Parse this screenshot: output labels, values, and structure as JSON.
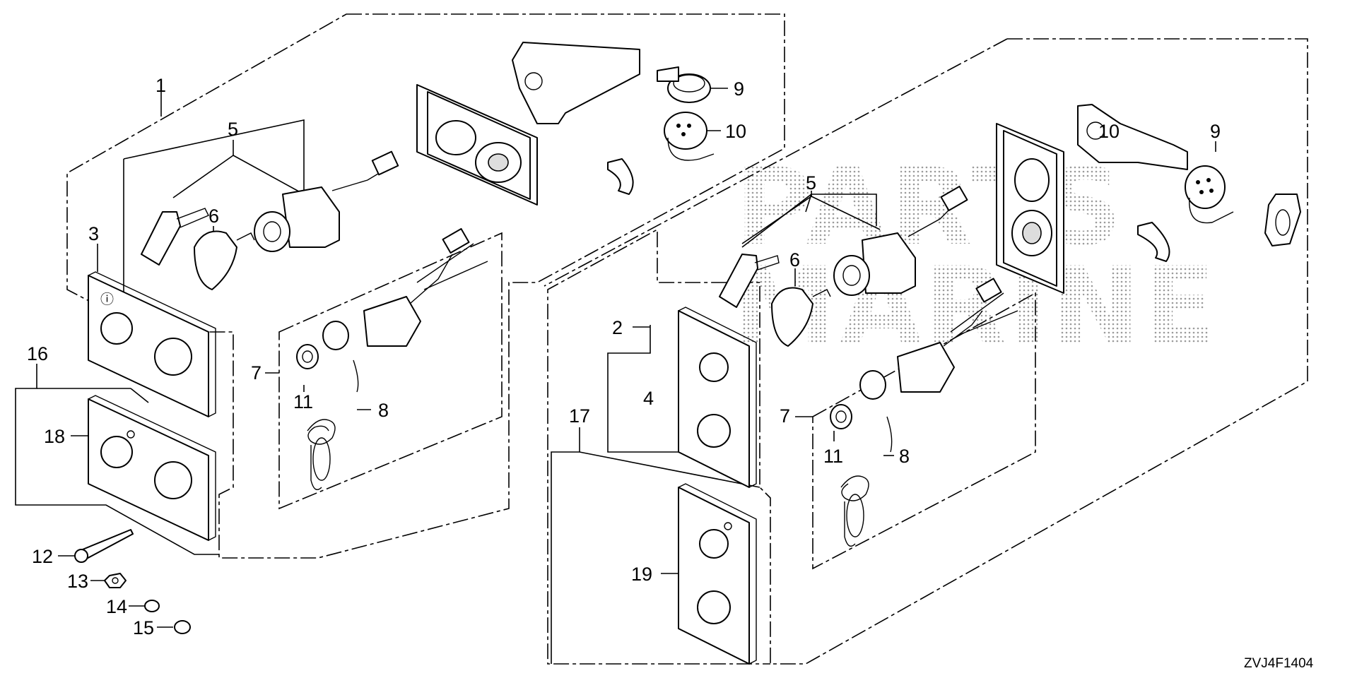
{
  "diagram": {
    "code": "ZVJ4F1404",
    "watermark": {
      "line1": "PARTS",
      "line2": "MARINE"
    },
    "callouts": [
      {
        "id": "c1",
        "text": "1"
      },
      {
        "id": "c2",
        "text": "2"
      },
      {
        "id": "c3",
        "text": "3"
      },
      {
        "id": "c4",
        "text": "4"
      },
      {
        "id": "c5a",
        "text": "5"
      },
      {
        "id": "c5b",
        "text": "5"
      },
      {
        "id": "c6a",
        "text": "6"
      },
      {
        "id": "c6b",
        "text": "6"
      },
      {
        "id": "c7a",
        "text": "7"
      },
      {
        "id": "c7b",
        "text": "7"
      },
      {
        "id": "c8a",
        "text": "8"
      },
      {
        "id": "c8b",
        "text": "8"
      },
      {
        "id": "c9a",
        "text": "9"
      },
      {
        "id": "c9b",
        "text": "9"
      },
      {
        "id": "c10a",
        "text": "10"
      },
      {
        "id": "c10b",
        "text": "10"
      },
      {
        "id": "c11a",
        "text": "11"
      },
      {
        "id": "c11b",
        "text": "11"
      },
      {
        "id": "c12",
        "text": "12"
      },
      {
        "id": "c13",
        "text": "13"
      },
      {
        "id": "c14",
        "text": "14"
      },
      {
        "id": "c15",
        "text": "15"
      },
      {
        "id": "c16",
        "text": "16"
      },
      {
        "id": "c17",
        "text": "17"
      },
      {
        "id": "c18",
        "text": "18"
      },
      {
        "id": "c19",
        "text": "19"
      }
    ]
  }
}
